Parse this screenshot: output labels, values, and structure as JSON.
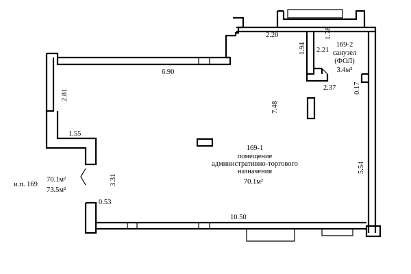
{
  "plan": {
    "dimensions": {
      "d_2_20": "2.20",
      "d_1_78": "1.78",
      "d_1_94": "1.94",
      "d_2_21": "2.21",
      "d_6_90": "6.90",
      "d_2_81": "2.81",
      "d_7_48": "7.48",
      "d_2_37": "2.37",
      "d_0_17": "0.17",
      "d_1_55": "1.55",
      "d_3_31": "3.31",
      "d_5_54": "5.54",
      "d_0_53": "0.53",
      "d_10_50": "10.50"
    },
    "room_main": {
      "number": "169-1",
      "line1": "помещение",
      "line2": "административно-торгового",
      "line3": "назначения",
      "area": "70.1м²"
    },
    "room_wc": {
      "number": "169-2",
      "line1": "санузел",
      "line2": "(ФОЛ)",
      "area": "3.4м²"
    },
    "summary": {
      "label": "и.п. 169",
      "area1": "70.1м²",
      "area2": "73.5м²"
    }
  }
}
